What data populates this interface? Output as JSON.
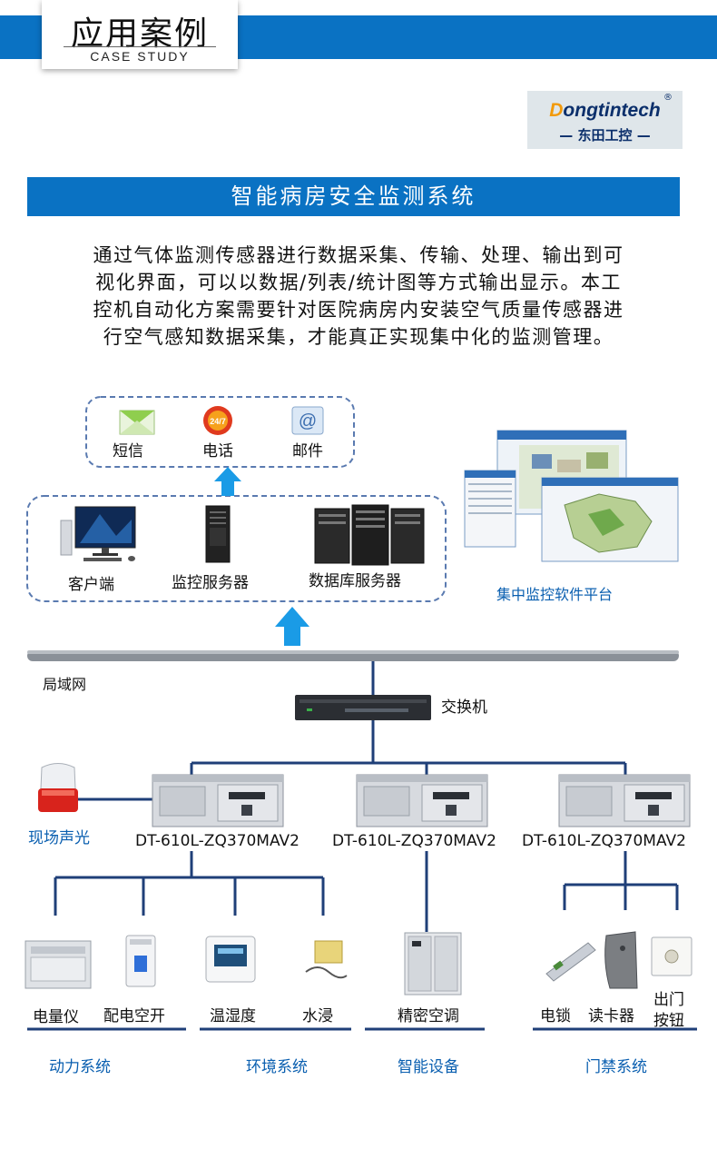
{
  "header": {
    "title_cn": "应用案例",
    "title_en": "CASE STUDY"
  },
  "logo": {
    "brand_first": "D",
    "brand_rest": "ongtintech",
    "brand_cn": "— 东田工控 —",
    "reg": "®"
  },
  "banner": {
    "title": "智能病房安全监测系统"
  },
  "intro": {
    "lines": [
      "通过气体监测传感器进行数据采集、传输、处理、输出到可",
      "视化界面，可以以数据/列表/统计图等方式输出显示。本工",
      "控机自动化方案需要针对医院病房内安装空气质量传感器进",
      "行空气感知数据采集，才能真正实现集中化的监测管理。"
    ]
  },
  "alerts": {
    "sms": "短信",
    "phone": "电话",
    "mail": "邮件",
    "phone_badge": "24/7"
  },
  "servers": {
    "client": "客户端",
    "monitor": "监控服务器",
    "database": "数据库服务器"
  },
  "platform": {
    "label": "集中监控软件平台"
  },
  "network": {
    "lan": "局域网",
    "switch": "交换机"
  },
  "alarm": {
    "label": "现场声光"
  },
  "ipc": {
    "model_1": "DT-610L-ZQ370MAV2",
    "model_2": "DT-610L-ZQ370MAV2",
    "model_3": "DT-610L-ZQ370MAV2"
  },
  "devices": {
    "meter": "电量仪",
    "switchgear": "配电空开",
    "thermo": "温湿度",
    "water": "水浸",
    "ac": "精密空调",
    "lock": "电锁",
    "reader": "读卡器",
    "exit_btn_1": "出门",
    "exit_btn_2": "按钮"
  },
  "systems": {
    "power": "动力系统",
    "env": "环境系统",
    "smart": "智能设备",
    "access": "门禁系统"
  },
  "colors": {
    "accent": "#0a72c3",
    "line": "#1f3f78",
    "arrow": "#1a9be6",
    "system_text": "#0a5fb0"
  }
}
